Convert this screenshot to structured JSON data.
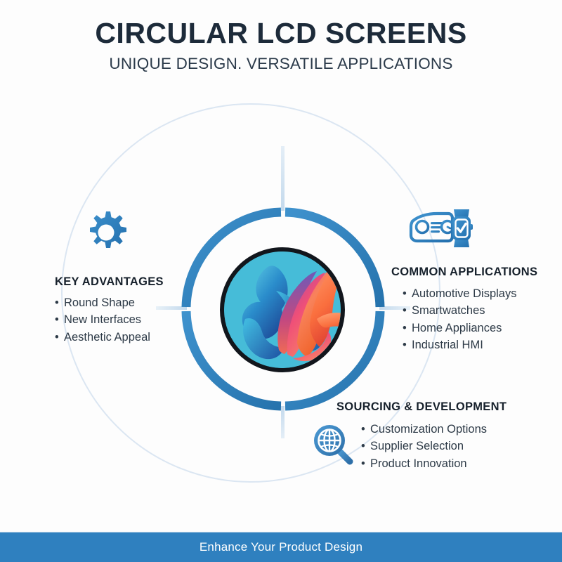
{
  "header": {
    "title": "CIRCULAR LCD SCREENS",
    "subtitle": "UNIQUE DESIGN. VERSATILE APPLICATIONS"
  },
  "sections": [
    {
      "id": "key-advantages",
      "heading": "KEY ADVANTAGES",
      "icon": "gear-icon",
      "bullet_char": "•",
      "items": [
        "Round Shape",
        "New Interfaces",
        "Aesthetic Appeal"
      ]
    },
    {
      "id": "common-applications",
      "heading": "COMMON APPLICATIONS",
      "icon": "car-dashboard-smartwatch-icon",
      "bullet_char": "•",
      "items": [
        "Automotive Displays",
        "Smartwatches",
        "Home Appliances",
        "Industrial HMI"
      ]
    },
    {
      "id": "sourcing-development",
      "heading": "SOURCING & DEVELOPMENT",
      "icon": "globe-magnifier-icon",
      "bullet_char": "•",
      "items": [
        "Customization Options",
        "Supplier Selection",
        "Product Innovation"
      ]
    }
  ],
  "center": {
    "label": "circular-lcd-screen",
    "bezel_color": "#12161c",
    "screen_bg": "#46bcd8"
  },
  "footer": {
    "text": "Enhance Your Product Design",
    "background": "#2f80bf",
    "text_color": "#ffffff"
  },
  "colors": {
    "accent_blue": "#2f80bf",
    "icon_blue": "#2b7dbe",
    "title_navy": "#1d2b3a",
    "body_text": "#2d3a47",
    "faint_ring": "#dbe6f2",
    "connector": "#c3d9ec"
  }
}
